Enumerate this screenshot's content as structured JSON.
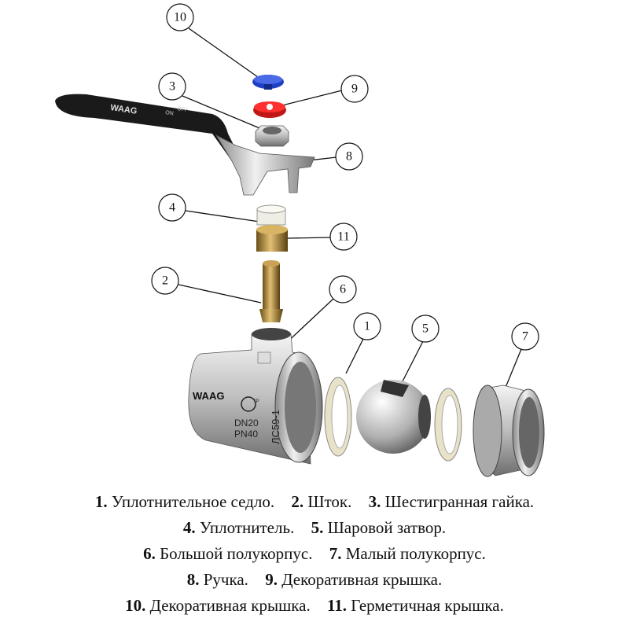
{
  "diagram": {
    "callouts": [
      "10",
      "3",
      "9",
      "8",
      "4",
      "11",
      "2",
      "6",
      "1",
      "5",
      "7"
    ],
    "markings": {
      "brand": "WAAG",
      "dn": "DN20",
      "pn": "PN40",
      "material": "ЛС59-1",
      "cert": "ТР",
      "handle_on": "ON",
      "handle_off": "OFF"
    },
    "colors": {
      "blue_cap": "#1f3fc4",
      "red_cap": "#e02020",
      "brass": "#b8913a",
      "handle": "#1a1a1a",
      "steel": "#c8c8c8"
    }
  },
  "legend": [
    [
      {
        "num": "1.",
        "text": "Уплотнительное седло."
      },
      {
        "num": "2.",
        "text": "Шток."
      },
      {
        "num": "3.",
        "text": "Шестигранная гайка."
      }
    ],
    [
      {
        "num": "4.",
        "text": "Уплотнитель."
      },
      {
        "num": "5.",
        "text": "Шаровой затвор."
      }
    ],
    [
      {
        "num": "6.",
        "text": "Большой полукорпус."
      },
      {
        "num": "7.",
        "text": "Малый полукорпус."
      }
    ],
    [
      {
        "num": "8.",
        "text": "Ручка."
      },
      {
        "num": "9.",
        "text": "Декоративная крышка."
      }
    ],
    [
      {
        "num": "10.",
        "text": "Декоративная крышка."
      },
      {
        "num": "11.",
        "text": "Герметичная крышка."
      }
    ]
  ]
}
